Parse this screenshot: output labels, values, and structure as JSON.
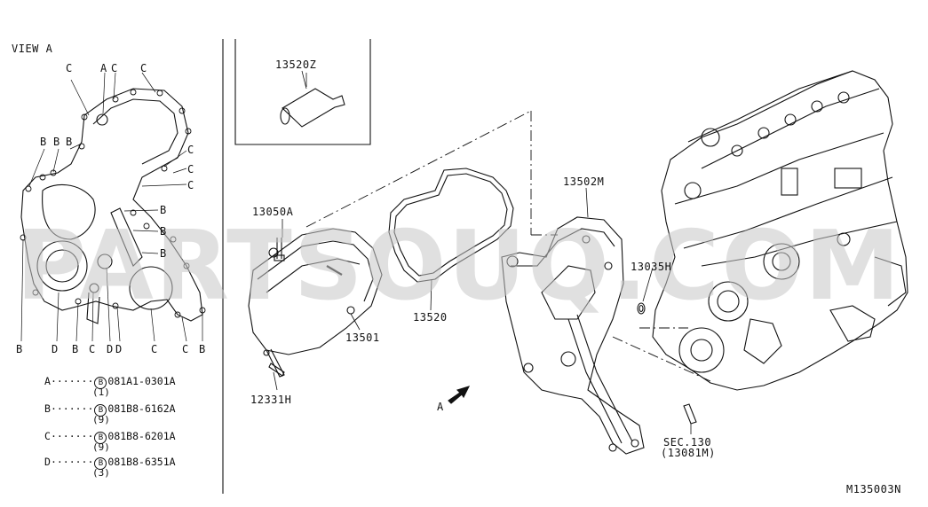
{
  "view_title": "VIEW A",
  "view_a_labels": {
    "top_a": "A",
    "top_c1": "C",
    "top_c2": "C",
    "top_c3": "C",
    "left_b1": "B",
    "left_b2": "B",
    "left_b3": "B",
    "right_c1": "C",
    "right_c2": "C",
    "right_c3": "C",
    "right_b1": "B",
    "right_b2": "B",
    "right_b3": "B",
    "bottom": [
      "B",
      "D",
      "B",
      "C",
      "D",
      "D",
      "C",
      "C",
      "B"
    ]
  },
  "legend": [
    {
      "key": "A",
      "dots": "·······",
      "bolt_symbol": "B",
      "part": "081A1-0301A",
      "qty": "(1)"
    },
    {
      "key": "B",
      "dots": "·······",
      "bolt_symbol": "B",
      "part": "081B8-6162A",
      "qty": "(9)"
    },
    {
      "key": "C",
      "dots": "·······",
      "bolt_symbol": "B",
      "part": "081B8-6201A",
      "qty": "(9)"
    },
    {
      "key": "D",
      "dots": "·······",
      "bolt_symbol": "B",
      "part": "081B8-6351A",
      "qty": "(3)"
    }
  ],
  "parts": {
    "p13520z": "13520Z",
    "p13050a": "13050A",
    "p13501": "13501",
    "p12331h": "12331H",
    "p13520": "13520",
    "p13502m": "13502M",
    "p13035h": "13035H",
    "sec": "SEC.130",
    "sec_ref": "(13081M)",
    "arrow_a": "A"
  },
  "watermark": "PARTSOUQ.COM",
  "diagram_id": "M135003N"
}
